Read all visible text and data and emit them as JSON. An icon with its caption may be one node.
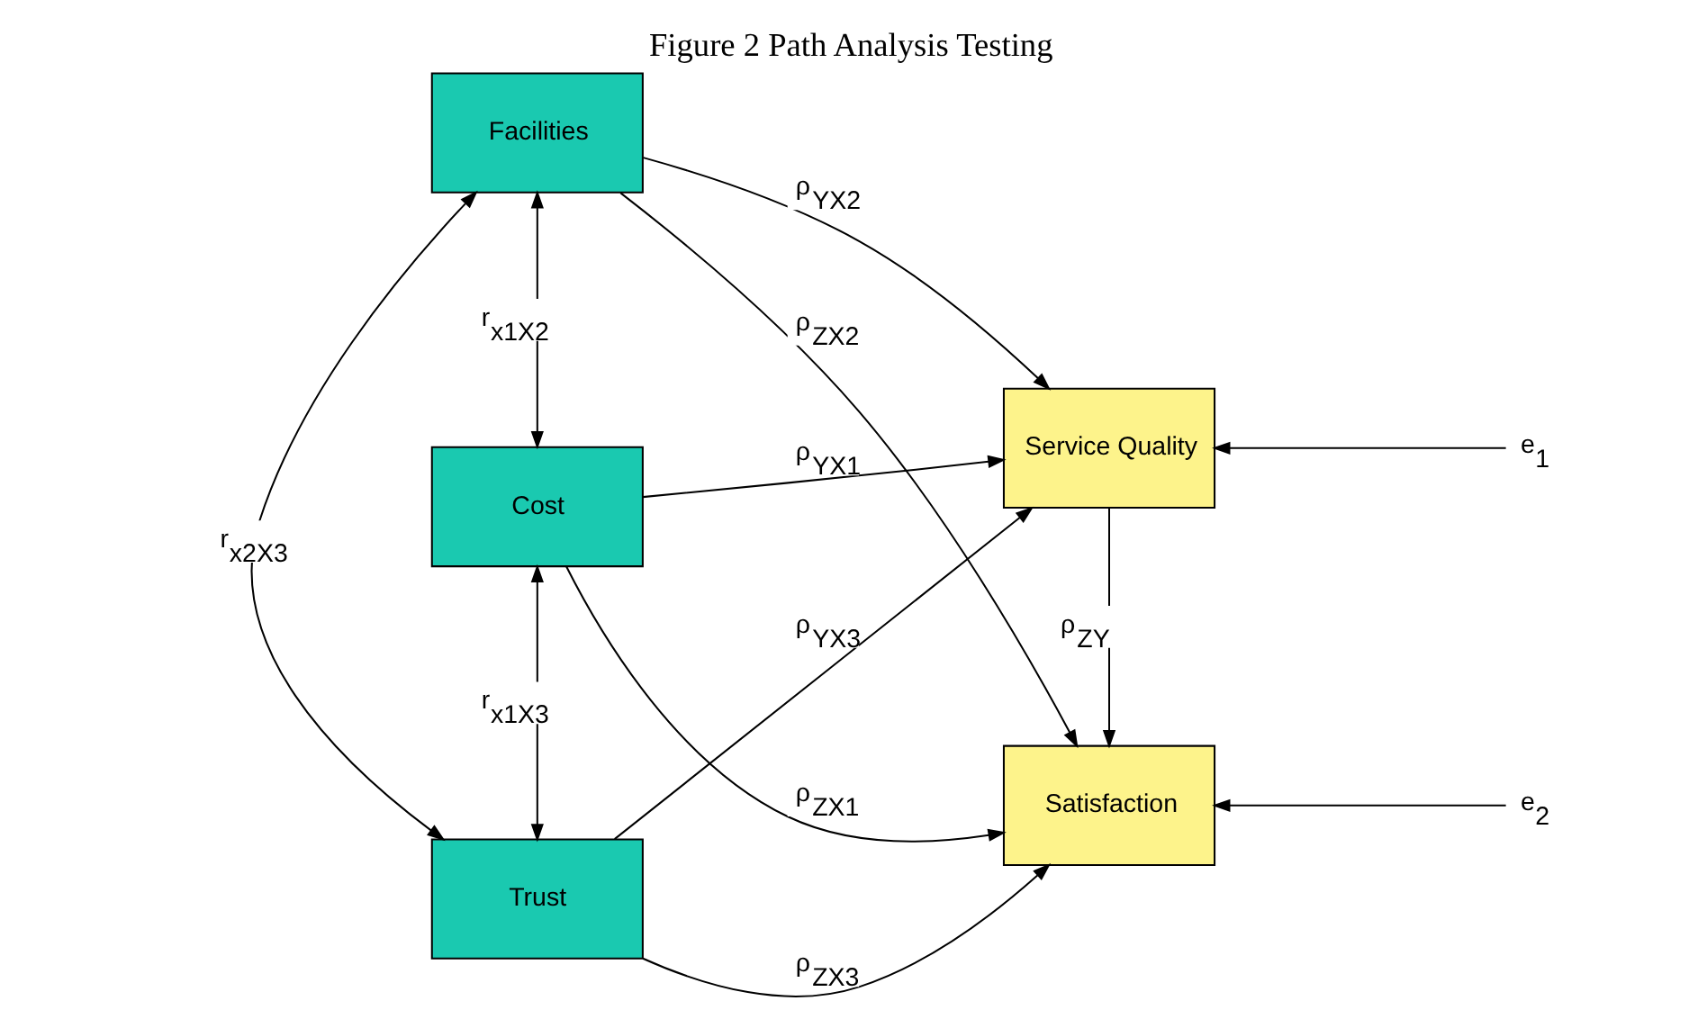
{
  "diagram": {
    "title": "Figure 2 Path Analysis Testing",
    "nodes": [
      {
        "text": [
          "Cost"
        ]
      },
      {
        "text": [
          "Facilities"
        ]
      },
      {
        "text": [
          "Trust"
        ]
      },
      {
        "text": [
          "Service Quality"
        ]
      },
      {
        "text": [
          "Satisfaction"
        ]
      },
      {
        "text": [
          "e$_{1}$"
        ]
      },
      {
        "text": [
          "e$_{2}$"
        ]
      }
    ],
    "edges": [
      {
        "from": 0,
        "to": 3,
        "arrow": "to",
        "label": "ρ$_{YX1}$"
      },
      {
        "from": 1,
        "to": 3,
        "arrow": "to",
        "label": "ρ$_{YX2}$"
      },
      {
        "from": 2,
        "to": 3,
        "arrow": "to",
        "label": "ρ$_{YX3}$"
      },
      {
        "from": 0,
        "to": 4,
        "arrow": "to",
        "label": "ρ$_{ZX1}$"
      },
      {
        "from": 1,
        "to": 4,
        "arrow": "to",
        "label": "ρ$_{ZX2}$"
      },
      {
        "from": 2,
        "to": 4,
        "arrow": "to",
        "label": "ρ$_{ZX3}$"
      },
      {
        "from": 3,
        "to": 4,
        "arrow": "to",
        "label": "ρ$_{ZY}$"
      },
      {
        "from": 5,
        "to": 3,
        "arrow": "to"
      },
      {
        "from": 6,
        "to": 4,
        "arrow": "to"
      },
      {
        "from": 0,
        "to": 1,
        "arrow": "both",
        "label": "r$_{x1X2}$"
      },
      {
        "from": 1,
        "to": 2,
        "arrow": "both",
        "label": "r$_{x2X3}$"
      },
      {
        "from": 0,
        "to": 2,
        "arrow": "both",
        "label": "r$_{x1X3}$"
      }
    ]
  }
}
